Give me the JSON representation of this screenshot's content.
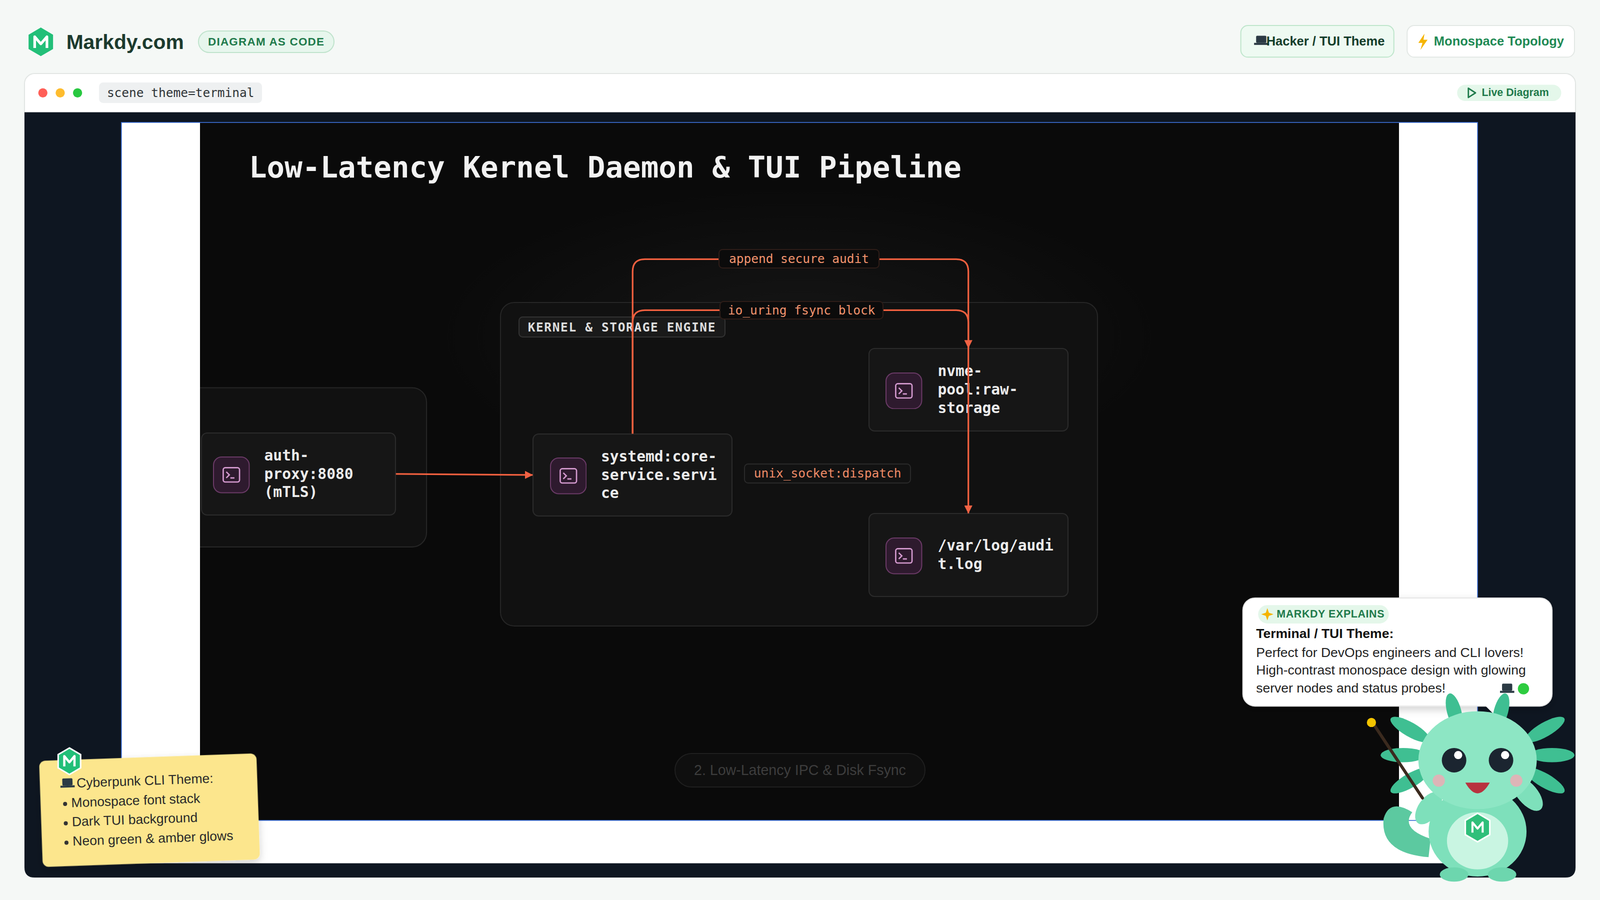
{
  "diagram": {
    "title": "Low-Latency Kernel Daemon & TUI Pipeline",
    "nodes": [
      {
        "text": [
          "auth-proxy:8080 (mTLS)"
        ]
      },
      {
        "text": [
          "KERNEL & STORAGE ENGINE"
        ]
      },
      {
        "text": [
          "systemd:core-service.service"
        ],
        "in": 1
      },
      {
        "text": [
          "nvme-pool:raw-storage"
        ],
        "in": 1
      },
      {
        "text": [
          "/var/log/audit.log"
        ],
        "in": 1
      }
    ],
    "edges": [
      {
        "from": 0,
        "to": 2,
        "arrow": "to"
      },
      {
        "from": 2,
        "to": 4,
        "label": "append secure audit",
        "arrow": "to"
      },
      {
        "from": 2,
        "to": 3,
        "label": "io_uring fsync block",
        "arrow": "to"
      }
    ],
    "labels": [
      "Markdy.com",
      "DIAGRAM AS CODE",
      "Hacker / TUI Theme",
      "Monospace Topology",
      "scene theme=terminal",
      "Live Diagram",
      "unix_socket:dispatch",
      "2. Low-Latency IPC & Disk Fsync",
      "Cyberpunk CLI Theme:",
      "Monospace font stack",
      "Dark TUI background",
      "Neon green & amber glows",
      "MARKDY EXPLAINS",
      "Terminal / TUI Theme:",
      "Perfect for DevOps engineers and CLI lovers! High-contrast monospace design with glowing server nodes and status probes!"
    ]
  }
}
